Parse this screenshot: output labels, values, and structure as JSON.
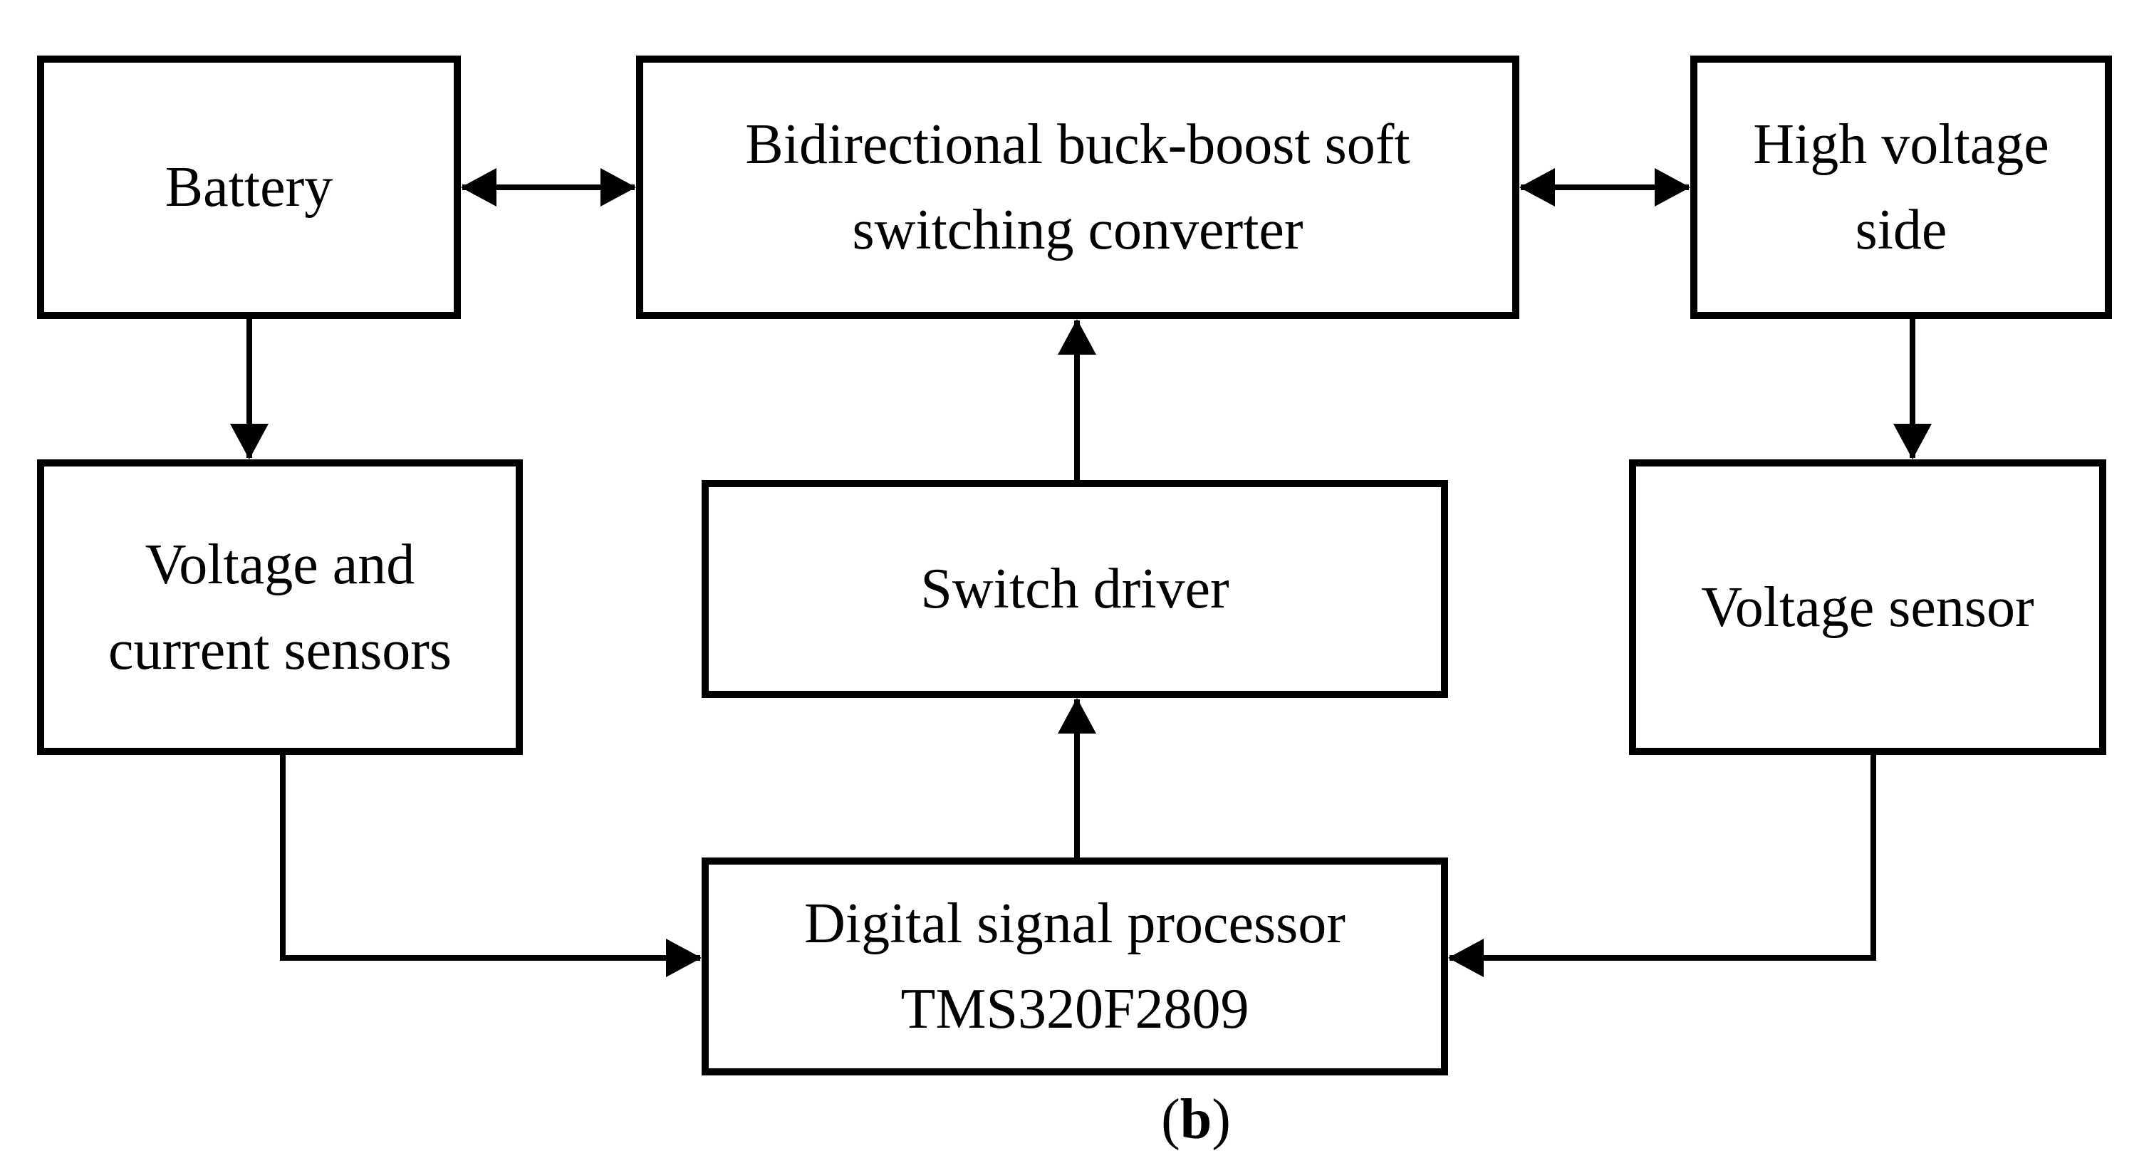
{
  "colors": {
    "line": "#000000",
    "text": "#000000",
    "background": "#ffffff"
  },
  "nodes": {
    "battery": {
      "lines": [
        "Battery"
      ]
    },
    "converter": {
      "lines": [
        "Bidirectional buck-boost soft",
        "switching converter"
      ]
    },
    "high_voltage": {
      "lines": [
        "High voltage",
        "side"
      ]
    },
    "sensors": {
      "lines": [
        "Voltage and",
        "current sensors"
      ]
    },
    "switch_driver": {
      "lines": [
        "Switch driver"
      ]
    },
    "voltage_sensor": {
      "lines": [
        "Voltage sensor"
      ]
    },
    "dsp": {
      "lines": [
        "Digital signal processor",
        "TMS320F2809"
      ]
    }
  },
  "connections": [
    {
      "from": "battery",
      "to": "converter",
      "type": "bidirectional-arrow"
    },
    {
      "from": "converter",
      "to": "high_voltage",
      "type": "bidirectional-arrow"
    },
    {
      "from": "battery",
      "to": "sensors",
      "type": "arrow-down"
    },
    {
      "from": "high_voltage",
      "to": "voltage_sensor",
      "type": "arrow-down"
    },
    {
      "from": "switch_driver",
      "to": "converter",
      "type": "arrow-up"
    },
    {
      "from": "dsp",
      "to": "switch_driver",
      "type": "arrow-up"
    },
    {
      "from": "sensors",
      "to": "dsp",
      "type": "elbow-arrow-right"
    },
    {
      "from": "voltage_sensor",
      "to": "dsp",
      "type": "elbow-arrow-left"
    }
  ],
  "caption": {
    "open": "(",
    "letter": "b",
    "close": ")"
  }
}
